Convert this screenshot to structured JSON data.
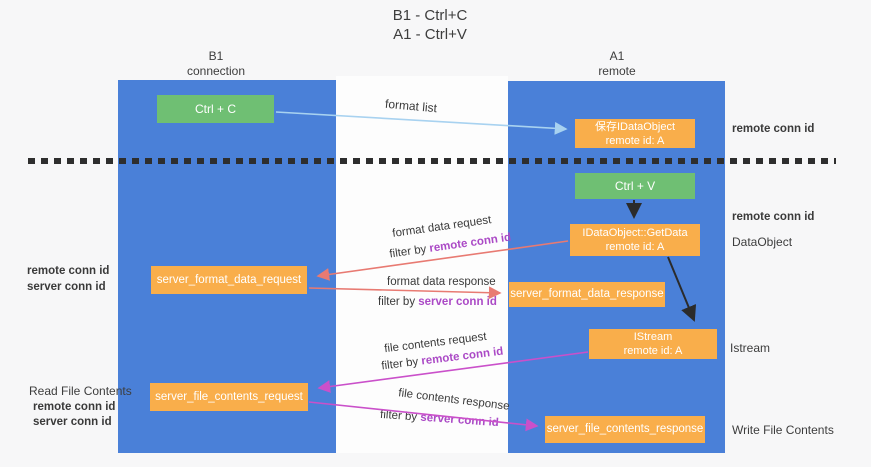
{
  "title": {
    "line1": "B1 - Ctrl+C",
    "line2": "A1 - Ctrl+V"
  },
  "lanes": {
    "left": {
      "name": "B1",
      "role": "connection"
    },
    "right": {
      "name": "A1",
      "role": "remote"
    }
  },
  "nodes": {
    "ctrl_c": "Ctrl + C",
    "ctrl_v": "Ctrl + V",
    "save_idataobject": {
      "line1": "保存IDataObject",
      "line2": "remote id: A"
    },
    "idataobject_getdata": {
      "line1": "IDataObject::GetData",
      "line2": "remote id: A"
    },
    "istream": {
      "line1": "IStream",
      "line2": "remote id: A"
    },
    "server_format_data_request": "server_format_data_request",
    "server_format_data_response": "server_format_data_response",
    "server_file_contents_request": "server_file_contents_request",
    "server_file_contents_response": "server_file_contents_response"
  },
  "annotations": {
    "format_list": "format list",
    "format_data_request": "format data request",
    "format_data_response": "format data response",
    "file_contents_request": "file contents request",
    "file_contents_response": "file contents response",
    "filter_by": "filter by ",
    "remote_conn_id": "remote conn id",
    "server_conn_id": "server conn id"
  },
  "side_labels": {
    "left_remote_conn_id": "remote conn id",
    "left_server_conn_id": "server conn id",
    "read_file_contents": "Read File Contents",
    "read_remote_conn_id": "remote conn id",
    "read_server_conn_id": "server conn id",
    "right_remote_conn_id_top": "remote conn id",
    "right_remote_conn_id_mid": "remote conn id",
    "dataobject": "DataObject",
    "istream": "Istream",
    "write_file_contents": "Write File Contents"
  },
  "colors": {
    "lane_blue": "#4a80d8",
    "node_green": "#6fbf73",
    "node_orange": "#f9ae4b",
    "label_purple": "#ab4ac6",
    "label_green": "#55aa55",
    "arrow_blue": "#a8d2f0",
    "arrow_salmon": "#e87a72",
    "arrow_magenta": "#ca50ca",
    "arrow_black": "#2b2b2b",
    "background": "#f7f7f8"
  }
}
